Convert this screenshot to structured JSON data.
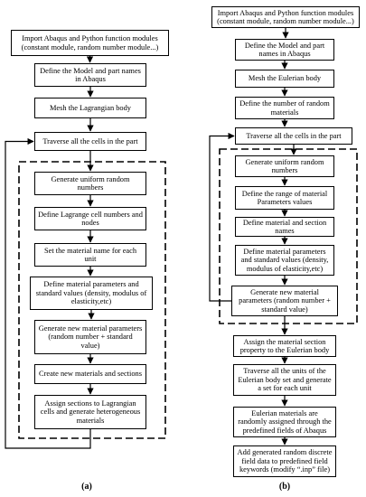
{
  "flowchart_a": {
    "caption": "(a)",
    "steps": [
      "Import Abaqus and Python function modules (constant module, random number module...)",
      "Define the Model and part names in Abaqus",
      "Mesh the Lagrangian body",
      "Traverse all the cells in the part",
      "Generate uniform random numbers",
      "Define Lagrange cell numbers and nodes",
      "Set the material name for each unit",
      "Define material parameters and standard values (density, modulus of elasticity,etc)",
      "Generate new material parameters (random number + standard value)",
      "Create new materials and sections",
      "Assign sections to Lagrangian cells and generate heterogeneous materials"
    ]
  },
  "flowchart_b": {
    "caption": "(b)",
    "steps": [
      "Import Abaqus and Python function modules (constant module, random number module...)",
      "Define the Model and part names in Abaqus",
      "Mesh the Eulerian body",
      "Define the number of random materials",
      "Traverse all the cells in the part",
      "Generate uniform random numbers",
      "Define the range of material Parameters values",
      "Define material  and section names",
      "Define material parameters and standard values (density, modulus of elasticity,etc)",
      "Generate new material parameters (random number + standard value)",
      "Assign the material section property to the Eulerian body",
      "Traverse all the units of the Eulerian body set and generate a set for each unit",
      "Eulerian materials are randomly assigned through the predefined fields of Abaqus",
      "Add generated random discrete field data to predefined field keywords (modify “.inp” file)"
    ]
  }
}
